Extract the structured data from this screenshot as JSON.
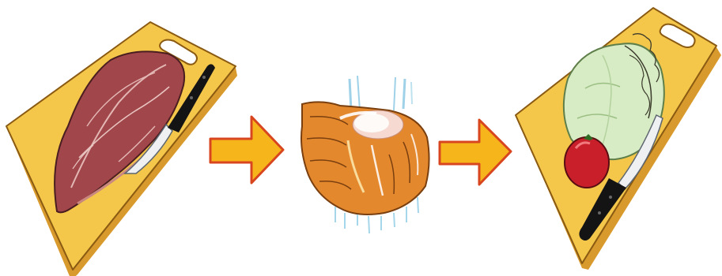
{
  "panels": [
    {
      "id": "meat-on-board",
      "icon": "raw-meat-icon"
    },
    {
      "id": "washing-hands",
      "icon": "hands-under-water-icon"
    },
    {
      "id": "vegetables-on-board",
      "icon": "cabbage-tomato-icon"
    }
  ],
  "arrows": [
    {
      "from": "meat-on-board",
      "to": "washing-hands",
      "icon": "right-arrow-icon"
    },
    {
      "from": "washing-hands",
      "to": "vegetables-on-board",
      "icon": "right-arrow-icon"
    }
  ],
  "colors": {
    "board": "#f4c64a",
    "board_edge": "#d89a2c",
    "meat": "#a1474b",
    "arrow_fill": "#f7b51c",
    "arrow_edge": "#d8461f",
    "hands": "#e4882e",
    "water": "#9fd2e8",
    "cabbage": "#d7ebc4",
    "tomato": "#c81f2a",
    "knife_handle": "#141414"
  }
}
